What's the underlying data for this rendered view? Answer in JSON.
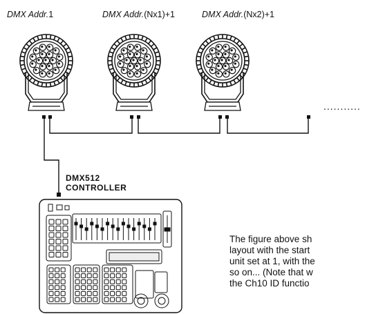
{
  "fixtures": [
    {
      "label_italic": "DMX Addr.",
      "label_plain": "1"
    },
    {
      "label_italic": "DMX Addr.",
      "label_plain": "(Nx1)+1"
    },
    {
      "label_italic": "DMX Addr.",
      "label_plain": "(Nx2)+1"
    }
  ],
  "continuation": "...........",
  "controller": {
    "line1": "DMX512",
    "line2": "CONTROLLER"
  },
  "note": "The figure above sh\nlayout with the start\nunit set at 1, with the\nso on... (Note that w\nthe Ch10 ID functio"
}
